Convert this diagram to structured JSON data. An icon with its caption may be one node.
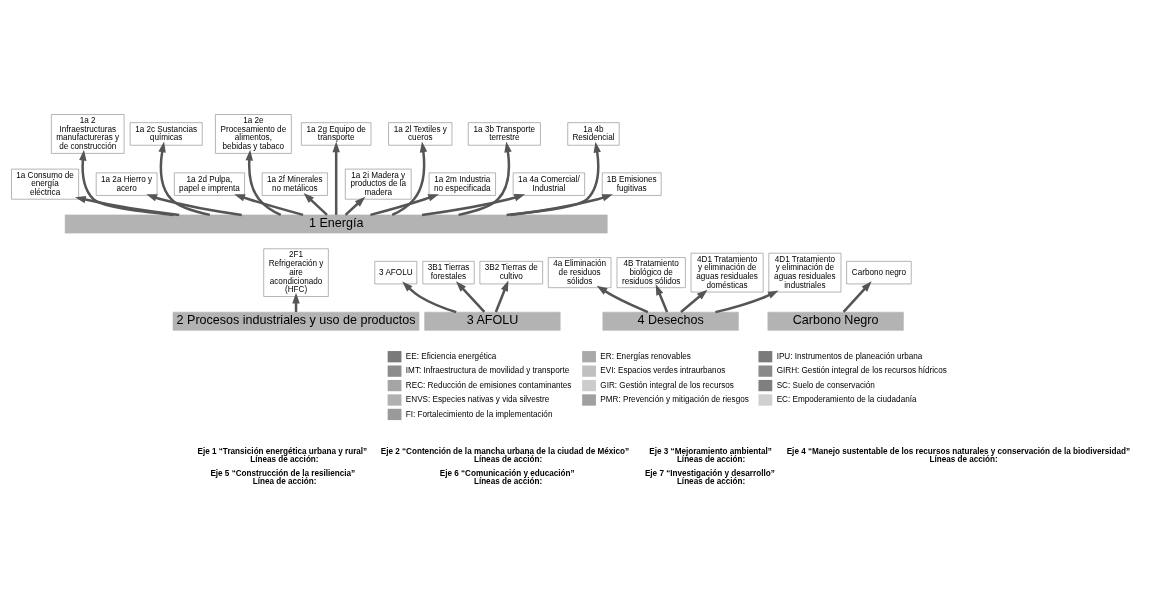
{
  "diagram": {
    "nodes": [
      {
        "text": [
          "1a Consumo de energía eléctrica"
        ]
      },
      {
        "text": [
          "1a 2 Infraestructuras manufactureras y de construcción"
        ]
      },
      {
        "text": [
          "1a 2a Hierro y acero"
        ]
      },
      {
        "text": [
          "1a 2c Sustancias químicas"
        ]
      },
      {
        "text": [
          "1a 2d Pulpa, papel e imprenta"
        ]
      },
      {
        "text": [
          "1a 2e Procesamiento de alimentos, bebidas y tabaco"
        ]
      },
      {
        "text": [
          "1a 2f Minerales no metálicos"
        ]
      },
      {
        "text": [
          "1a 2g Equipo de transporte"
        ]
      },
      {
        "text": [
          "1a 2i Madera y productos de la madera"
        ]
      },
      {
        "text": [
          "1a 2l Textiles y cueros"
        ]
      },
      {
        "text": [
          "1a 2m Industria no especificada"
        ]
      },
      {
        "text": [
          "1a 3b Transporte terrestre"
        ]
      },
      {
        "text": [
          "1a 4a Comercial/ Industrial"
        ]
      },
      {
        "text": [
          "1a 4b Residencial"
        ]
      },
      {
        "text": [
          "1B Emisiones fugitivas"
        ]
      },
      {
        "text": [
          "1 Energía"
        ]
      },
      {
        "text": [
          "2F1 Refrigeración y aire acondicionado (HFC)"
        ]
      },
      {
        "text": [
          "3 AFOLU"
        ]
      },
      {
        "text": [
          "3B1 Tierras forestales"
        ]
      },
      {
        "text": [
          "3B2 Tierras de cultivo"
        ]
      },
      {
        "text": [
          "4a Eliminación de residuos sólidos"
        ]
      },
      {
        "text": [
          "4B Tratamiento biológico de residuos sólidos"
        ]
      },
      {
        "text": [
          "4D1 Tratamiento y eliminación de aguas residuales domésticas"
        ]
      },
      {
        "text": [
          "4D1 Tratamiento y eliminación de aguas residuales industriales"
        ]
      },
      {
        "text": [
          "Carbono negro"
        ]
      },
      {
        "text": [
          "2 Procesos industriales y uso de productos"
        ]
      },
      {
        "text": [
          "3 AFOLU"
        ]
      },
      {
        "text": [
          "4 Desechos"
        ]
      },
      {
        "text": [
          "Carbono Negro"
        ]
      }
    ],
    "edges": [
      {
        "from": 15,
        "to": 0,
        "arrow": "to"
      },
      {
        "from": 15,
        "to": 1,
        "arrow": "to"
      },
      {
        "from": 15,
        "to": 2,
        "arrow": "to"
      },
      {
        "from": 15,
        "to": 3,
        "arrow": "to"
      },
      {
        "from": 15,
        "to": 4,
        "arrow": "to"
      },
      {
        "from": 15,
        "to": 5,
        "arrow": "to"
      },
      {
        "from": 15,
        "to": 6,
        "arrow": "to"
      },
      {
        "from": 15,
        "to": 7,
        "arrow": "to"
      },
      {
        "from": 15,
        "to": 8,
        "arrow": "to"
      },
      {
        "from": 15,
        "to": 9,
        "arrow": "to"
      },
      {
        "from": 15,
        "to": 10,
        "arrow": "to"
      },
      {
        "from": 15,
        "to": 11,
        "arrow": "to"
      },
      {
        "from": 15,
        "to": 12,
        "arrow": "to"
      },
      {
        "from": 15,
        "to": 13,
        "arrow": "to"
      },
      {
        "from": 15,
        "to": 14,
        "arrow": "to"
      },
      {
        "from": 25,
        "to": 16,
        "arrow": "to"
      },
      {
        "from": 26,
        "to": 17,
        "arrow": "to"
      },
      {
        "from": 26,
        "to": 18,
        "arrow": "to"
      },
      {
        "from": 26,
        "to": 19,
        "arrow": "to"
      },
      {
        "from": 27,
        "to": 20,
        "arrow": "to"
      },
      {
        "from": 27,
        "to": 21,
        "arrow": "to"
      },
      {
        "from": 27,
        "to": 22,
        "arrow": "to"
      },
      {
        "from": 27,
        "to": 23,
        "arrow": "to"
      },
      {
        "from": 28,
        "to": 24,
        "arrow": "to"
      }
    ],
    "labels": [
      "Eje 1 “Transición energética urbana y rural”",
      "Líneas de acción:",
      "Eje 2 “Contención de la mancha urbana de la ciudad de México”",
      "Líneas de acción:",
      "Eje 3 “Mejoramiento ambiental”",
      "Líneas de acción:",
      "Eje 4 “Manejo sustentable de los recursos naturales y conservación de la biodiversidad”",
      "Líneas de acción:",
      "Eje 5 “Construcción de la resiliencia”",
      "Línea de acción:",
      "Eje 6 “Comunicación y educación”",
      "Líneas de acción:",
      "Eje 7 “Investigación y desarrollo”",
      "Líneas de acción:"
    ],
    "legend": [
      {
        "text": "EE: Eficiencia energética",
        "color": "#7a7a7a"
      },
      {
        "text": "ER: Energías renovables",
        "color": "#a8a8a8"
      },
      {
        "text": "IPU: Instrumentos de planeación urbana",
        "color": "#7a7a7a"
      },
      {
        "text": "IMT: Infraestructura de movilidad y transporte",
        "color": "#8c8c8c"
      },
      {
        "text": "EVI: Espacios verdes intraurbanos",
        "color": "#c0c0c0"
      },
      {
        "text": "GIRH: Gestión integral de los recursos hídricos",
        "color": "#8a8a8a"
      },
      {
        "text": "REC: Reducción de emisiones contaminantes",
        "color": "#a5a5a5"
      },
      {
        "text": "GIR: Gestión integral de los recursos",
        "color": "#cccccc"
      },
      {
        "text": "SC: Suelo de conservación",
        "color": "#7f7f7f"
      },
      {
        "text": "ENVS: Especies nativas y vida silvestre",
        "color": "#b0b0b0"
      },
      {
        "text": "PMR: Prevención y mitigación de riesgos",
        "color": "#a0a0a0"
      },
      {
        "text": "EC: Empoderamiento de la ciudadanía",
        "color": "#d0d0d0"
      },
      {
        "text": "FI: Fortalecimiento de la implementación",
        "color": "#9a9a9a"
      }
    ]
  }
}
